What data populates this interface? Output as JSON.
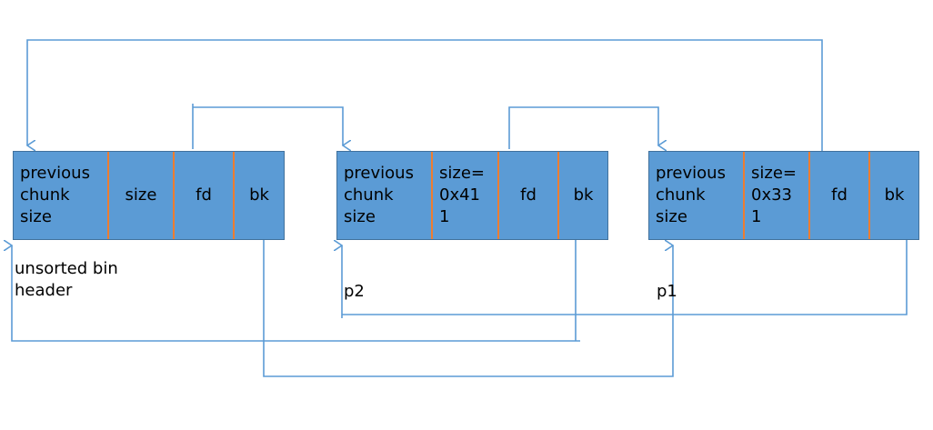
{
  "chunks": [
    {
      "name": "unsorted-bin-header",
      "cells": {
        "prev": "previous\nchunk\nsize",
        "size": "size",
        "fd": "fd",
        "bk": "bk"
      }
    },
    {
      "name": "p2",
      "cells": {
        "prev": "previous\nchunk\nsize",
        "size": "size=\n0x41\n1",
        "fd": "fd",
        "bk": "bk"
      }
    },
    {
      "name": "p1",
      "cells": {
        "prev": "previous\nchunk\nsize",
        "size": "size=\n0x33\n1",
        "fd": "fd",
        "bk": "bk"
      }
    }
  ],
  "labels": {
    "header": "unsorted bin\nheader",
    "p2": "p2",
    "p1": "p1"
  },
  "colors": {
    "box_fill": "#5b9bd5",
    "divider": "#ed7d31",
    "arrow": "#5b9bd5"
  }
}
